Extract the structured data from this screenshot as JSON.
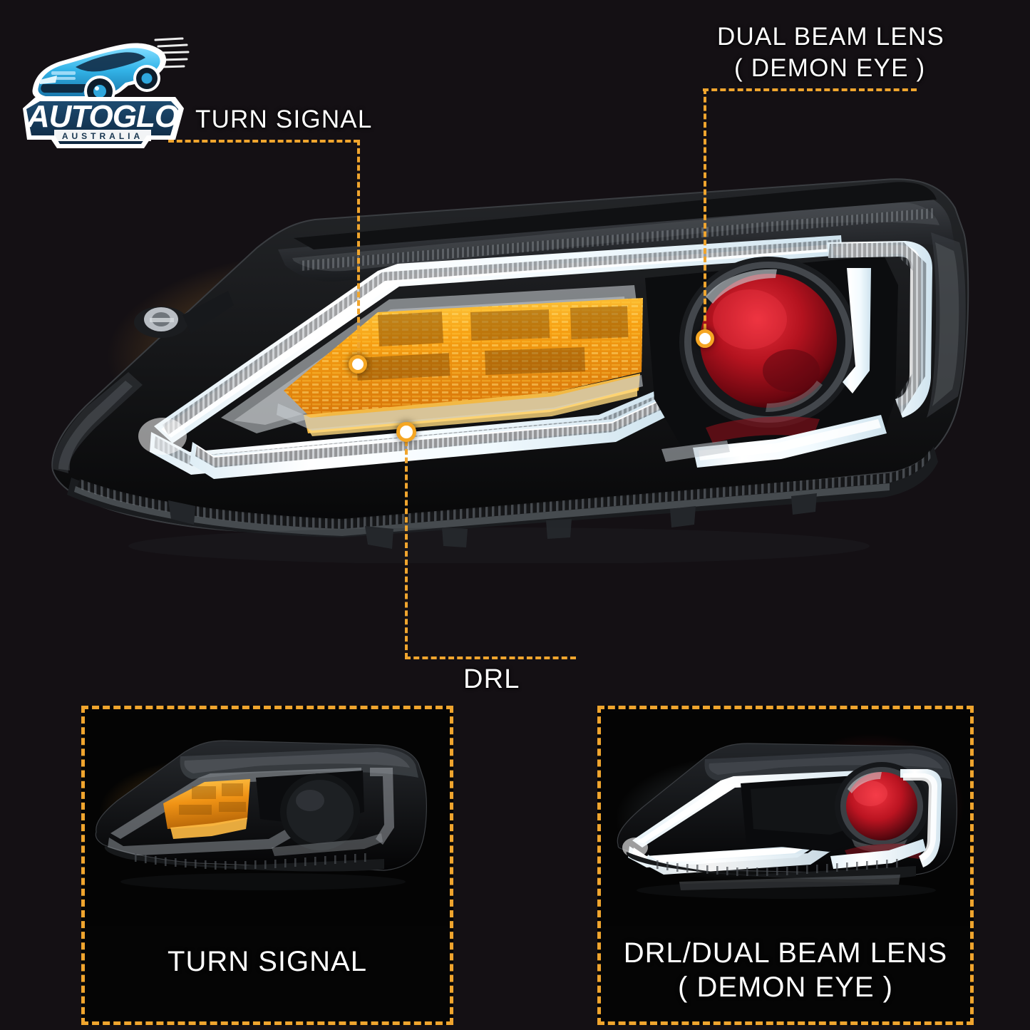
{
  "brand": {
    "name": "AUTOGLO",
    "region": "AUSTRALIA",
    "logo_icon": "sports-car-icon",
    "colors": {
      "car_light": "#4fc3f7",
      "car_dark": "#1b3b5a",
      "outline": "#ffffff",
      "plate": "#14324d"
    }
  },
  "theme": {
    "background": "#151015",
    "accent": "#f0a52e",
    "dot_fill": "#ffffff",
    "text": "#ffffff",
    "amber_signal": "#f5a623",
    "drl_white": "#f2fbff",
    "demon_eye_red": "#b2121d"
  },
  "callouts": [
    {
      "id": "turn-signal",
      "label": "TURN SIGNAL",
      "marker": "callout-dot-turn-signal"
    },
    {
      "id": "dual-beam-lens",
      "label_line1": "DUAL BEAM LENS",
      "label_line2": "( DEMON EYE )",
      "marker": "callout-dot-dual-beam"
    },
    {
      "id": "drl",
      "label": "DRL",
      "marker": "callout-dot-drl"
    }
  ],
  "hero": {
    "alt": "VW Jetta MK6 LED headlight assembly, turn signal amber lit, DRL white strips lit, red demon eye projector"
  },
  "panels": [
    {
      "id": "turn-signal-demo",
      "caption": "TURN SIGNAL",
      "photo_alt": "Headlight with amber turn signal illuminated"
    },
    {
      "id": "drl-dual-beam-demo",
      "caption_line1": "DRL/DUAL BEAM LENS",
      "caption_line2": "( DEMON EYE )",
      "photo_alt": "Headlight with white DRL strips and red demon eye projector illuminated"
    }
  ]
}
